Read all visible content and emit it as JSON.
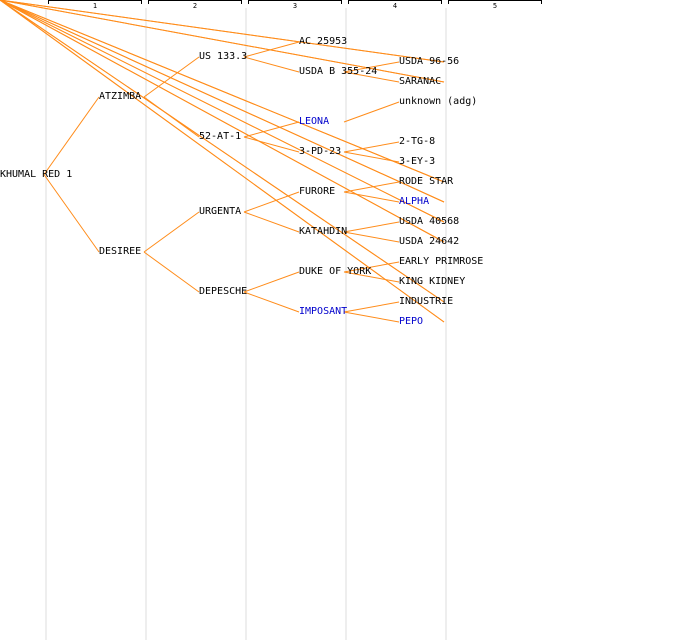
{
  "colors": {
    "branch_line": "#ff8c1a",
    "text": "#000000",
    "link_text": "#0000cc",
    "column_separator": "#eeeeee"
  },
  "generations": [
    "1",
    "2",
    "3",
    "4",
    "5"
  ],
  "tree": {
    "name": "KHUMAL RED 1",
    "children": [
      {
        "name": "ATZIMBA",
        "children": [
          {
            "name": "US 133.3",
            "children": [
              {
                "name": "AC 25953"
              },
              {
                "name": "USDA B 355-24",
                "children": [
                  {
                    "name": "USDA 96-56",
                    "children": [
                      {
                        "name": "USDA 3895-13"
                      },
                      {
                        "name": "EARLAINE"
                      }
                    ]
                  },
                  {
                    "name": "SARANAC",
                    "children": [
                      {
                        "name": "PAUL KRUGER"
                      },
                      {
                        "name": "KATAHDIN"
                      }
                    ]
                  }
                ]
              }
            ]
          },
          {
            "name": "52-AT-1",
            "children": [
              {
                "name": "LEONA",
                "link": true,
                "children": [
                  {
                    "name": "unknown (adg)"
                  }
                ]
              },
              {
                "name": "3-PD-23",
                "children": [
                  {
                    "name": "2-TG-8"
                  },
                  {
                    "name": "3-EY-3"
                  }
                ]
              }
            ]
          }
        ]
      },
      {
        "name": "DESIREE",
        "children": [
          {
            "name": "URGENTA",
            "children": [
              {
                "name": "FURORE",
                "children": [
                  {
                    "name": "RODE STAR",
                    "children": [
                      {
                        "name": "PROFESSOR WOHLTMANN"
                      },
                      {
                        "name": "ERICA"
                      }
                    ]
                  },
                  {
                    "name": "ALPHA",
                    "link": true,
                    "children": [
                      {
                        "name": "EARLY ROSE"
                      },
                      {
                        "name": "SEBEC"
                      }
                    ]
                  }
                ]
              },
              {
                "name": "KATAHDIN",
                "children": [
                  {
                    "name": "USDA 40568",
                    "children": [
                      {
                        "name": "BUSOLA"
                      },
                      {
                        "name": "RURAL NEW YORKER NO. 2"
                      }
                    ]
                  },
                  {
                    "name": "USDA 24642",
                    "children": [
                      {
                        "name": "WHITE ROSE"
                      },
                      {
                        "name": "SUTTON'S FLOURBALL"
                      }
                    ]
                  }
                ]
              }
            ]
          },
          {
            "name": "DEPESCHE",
            "children": [
              {
                "name": "DUKE OF YORK",
                "children": [
                  {
                    "name": "EARLY PRIMROSE"
                  },
                  {
                    "name": "KING KIDNEY"
                  }
                ]
              },
              {
                "name": "IMPOSANT",
                "link": true,
                "children": [
                  {
                    "name": "INDUSTRIE",
                    "children": [
                      {
                        "name": "ZWICKAUER FRUHE"
                      },
                      {
                        "name": "SIMSON"
                      }
                    ]
                  },
                  {
                    "name": "PEPO",
                    "link": true,
                    "children": [
                      {
                        "name": "TASSO"
                      },
                      {
                        "name": "63/85"
                      }
                    ]
                  }
                ]
              }
            ]
          }
        ]
      }
    ]
  }
}
